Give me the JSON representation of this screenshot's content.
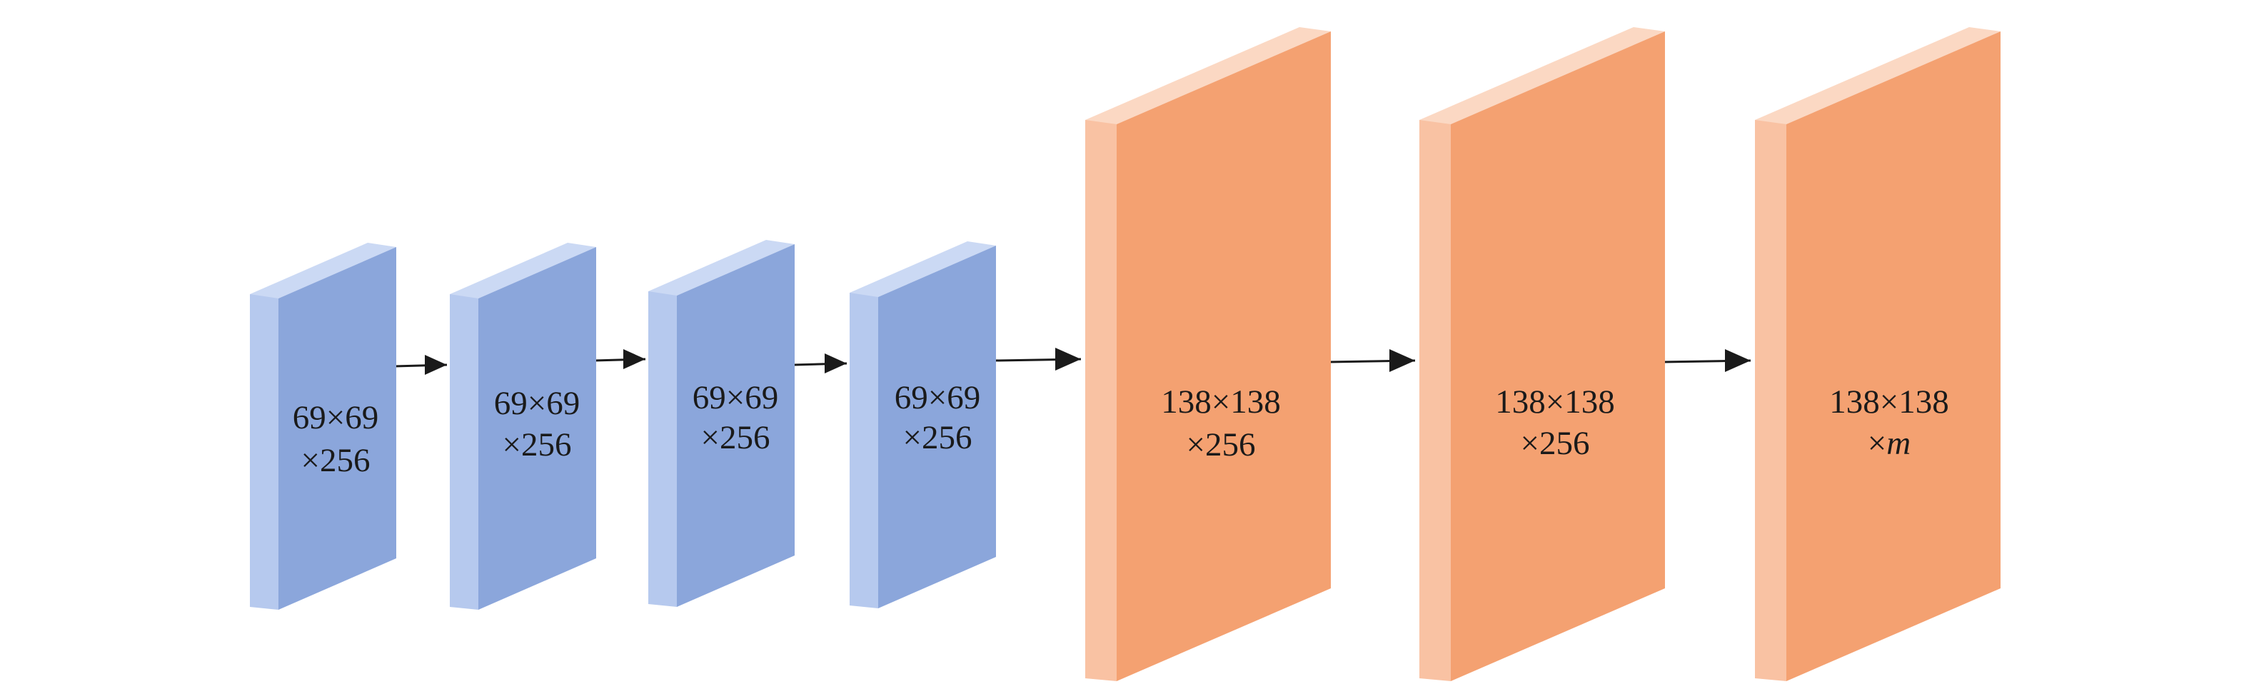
{
  "colors": {
    "blue_front": "#8BA6DB",
    "blue_side": "#B6C9EE",
    "blue_top": "#CBD9F4",
    "orange_front": "#F4A171",
    "orange_side": "#F9C2A3",
    "orange_top": "#FBD8C3",
    "arrow": "#1a1a1a"
  },
  "blocks": [
    {
      "id": "b1",
      "kind": "blue",
      "line1": "69×69",
      "line2": "×256"
    },
    {
      "id": "b2",
      "kind": "blue",
      "line1": "69×69",
      "line2": "×256"
    },
    {
      "id": "b3",
      "kind": "blue",
      "line1": "69×69",
      "line2": "×256"
    },
    {
      "id": "b4",
      "kind": "blue",
      "line1": "69×69",
      "line2": "×256"
    },
    {
      "id": "b5",
      "kind": "orange",
      "line1": "138×138",
      "line2": "×256"
    },
    {
      "id": "b6",
      "kind": "orange",
      "line1": "138×138",
      "line2": "×256"
    },
    {
      "id": "b7",
      "kind": "orange",
      "line1": "138×138",
      "line2": "×",
      "line2_italic": "m"
    }
  ],
  "arrows": [
    {
      "from": "b1",
      "to": "b2"
    },
    {
      "from": "b2",
      "to": "b3"
    },
    {
      "from": "b3",
      "to": "b4"
    },
    {
      "from": "b4",
      "to": "b5"
    },
    {
      "from": "b5",
      "to": "b6"
    },
    {
      "from": "b6",
      "to": "b7"
    }
  ]
}
